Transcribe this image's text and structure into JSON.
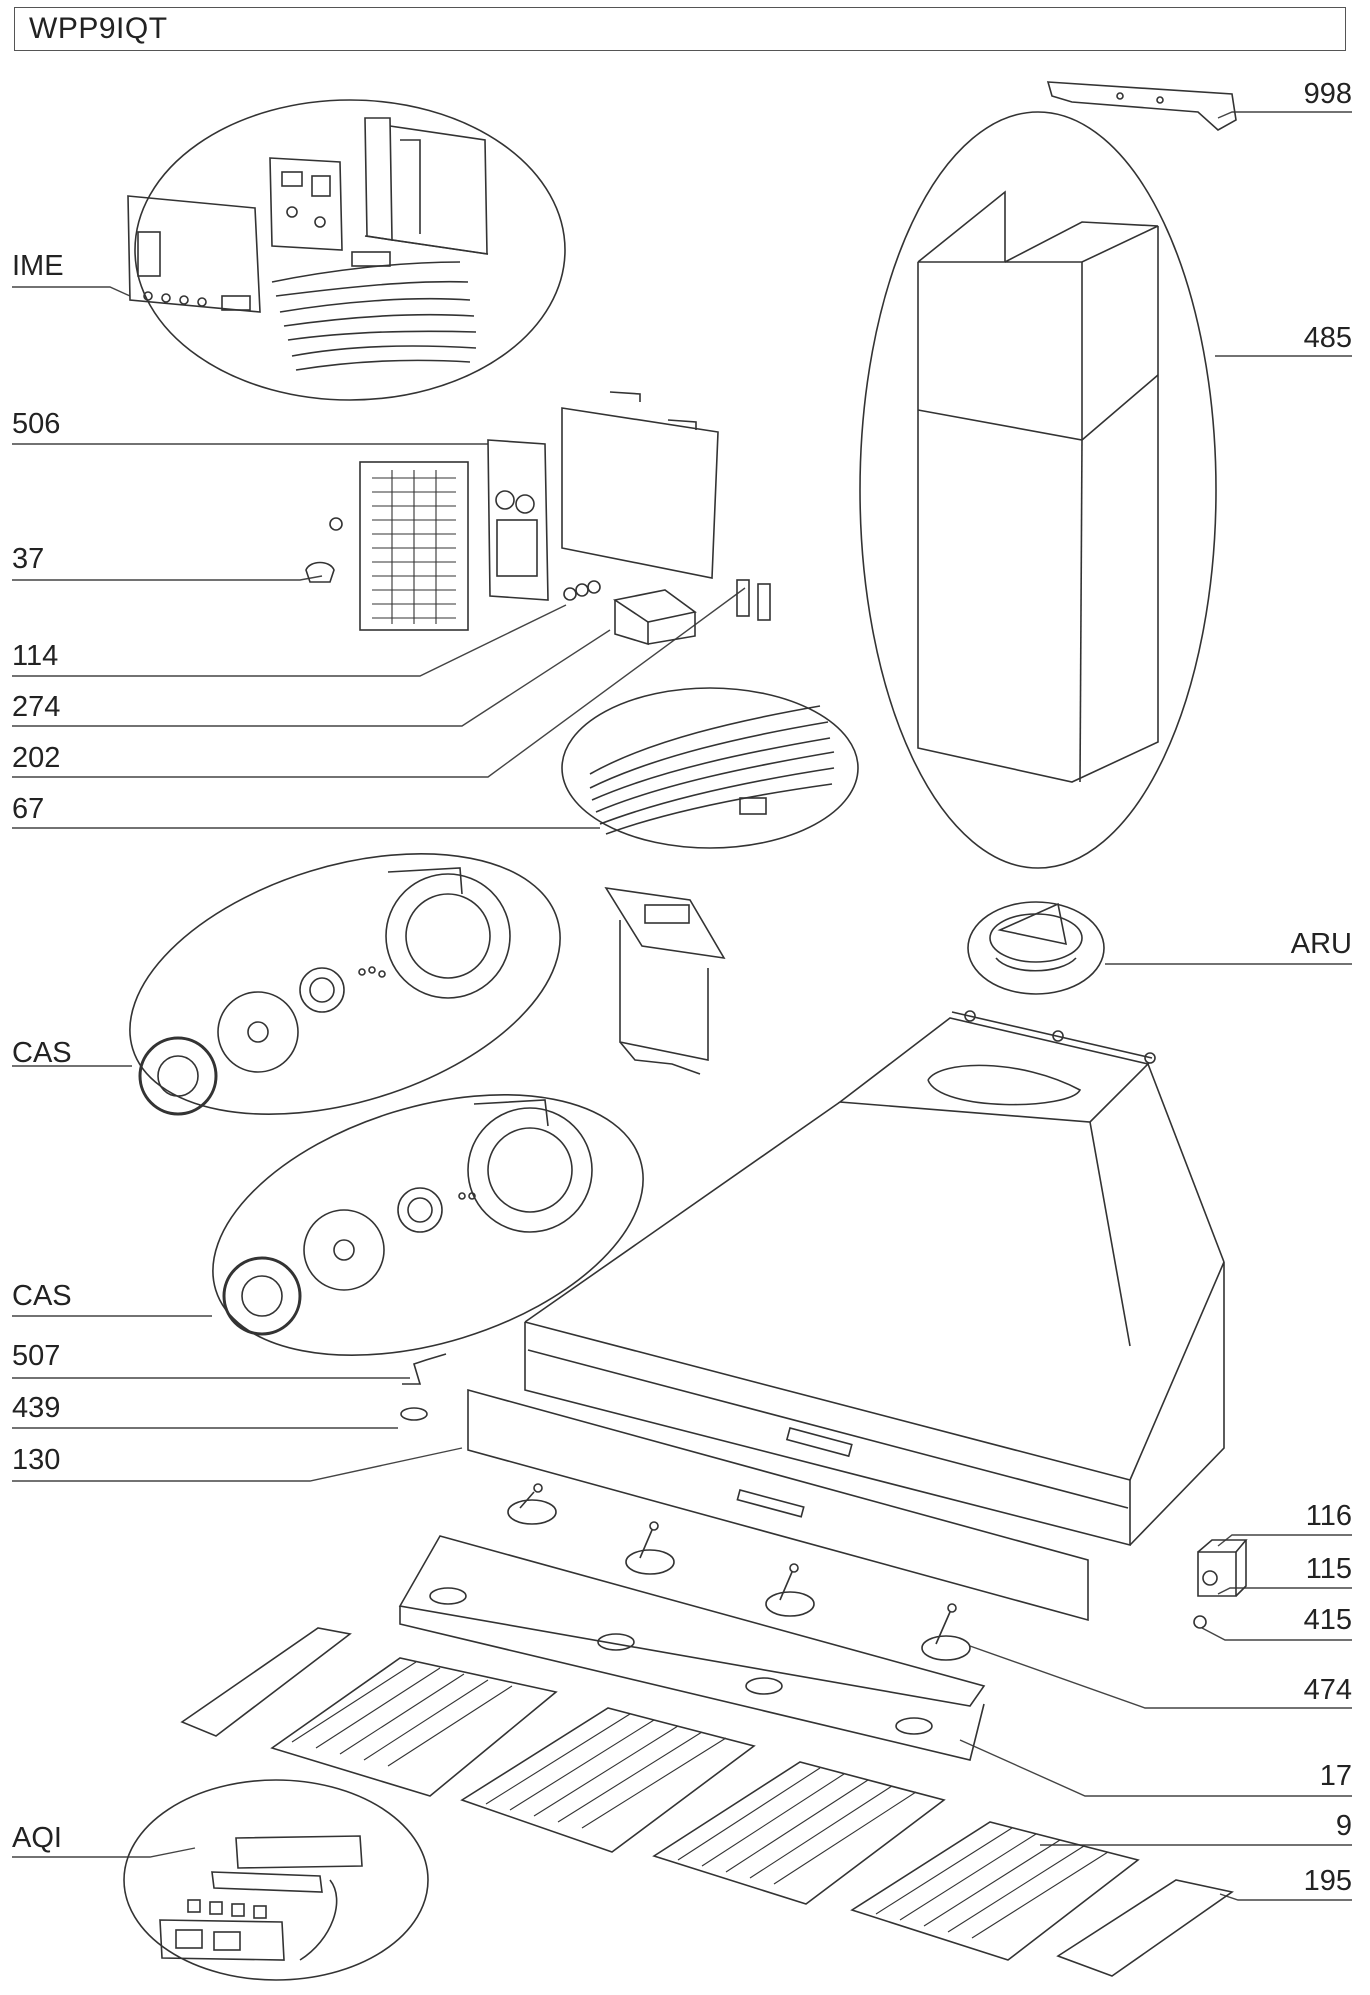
{
  "title": "WPP9IQT",
  "left_labels": [
    {
      "id": "ime",
      "text": "IME"
    },
    {
      "id": "506",
      "text": "506"
    },
    {
      "id": "37",
      "text": "37"
    },
    {
      "id": "114",
      "text": "114"
    },
    {
      "id": "274",
      "text": "274"
    },
    {
      "id": "202",
      "text": "202"
    },
    {
      "id": "67",
      "text": "67"
    },
    {
      "id": "cas1",
      "text": "CAS"
    },
    {
      "id": "cas2",
      "text": "CAS"
    },
    {
      "id": "507",
      "text": "507"
    },
    {
      "id": "439",
      "text": "439"
    },
    {
      "id": "130",
      "text": "130"
    },
    {
      "id": "aqi",
      "text": "AQI"
    }
  ],
  "right_labels": [
    {
      "id": "998",
      "text": "998"
    },
    {
      "id": "485",
      "text": "485"
    },
    {
      "id": "aru",
      "text": "ARU"
    },
    {
      "id": "116",
      "text": "116"
    },
    {
      "id": "115",
      "text": "115"
    },
    {
      "id": "415",
      "text": "415"
    },
    {
      "id": "474",
      "text": "474"
    },
    {
      "id": "17",
      "text": "17"
    },
    {
      "id": "9",
      "text": "9"
    },
    {
      "id": "195",
      "text": "195"
    }
  ]
}
